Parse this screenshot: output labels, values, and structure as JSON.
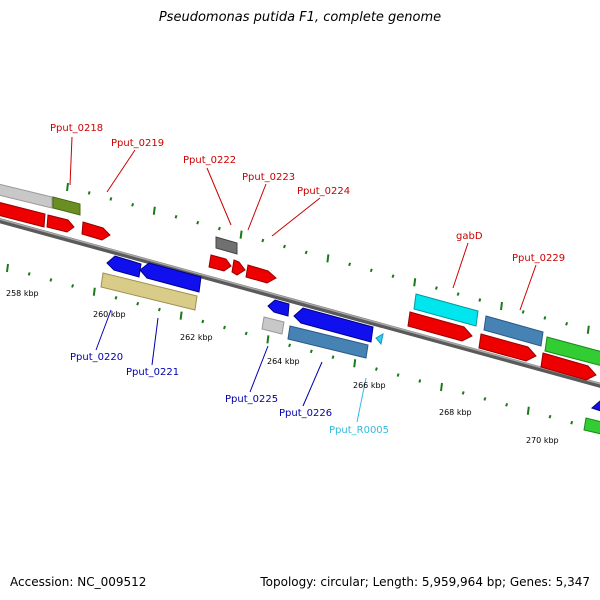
{
  "title": "Pseudomonas putida F1, complete genome",
  "footer": {
    "accession": "Accession: NC_009512",
    "summary": "Topology: circular; Length: 5,959,964 bp; Genes: 5,347"
  },
  "colors": {
    "backbone": "#888888",
    "tick": "#1a7a1a",
    "label_top": "#cc0000",
    "label_bottom": "#0000aa",
    "label_rna": "#33bbdd"
  },
  "scale": {
    "ticks": [
      {
        "label": "258 kbp"
      },
      {
        "label": "260 kbp"
      },
      {
        "label": "262 kbp"
      },
      {
        "label": "264 kbp"
      },
      {
        "label": "266 kbp"
      },
      {
        "label": "268 kbp"
      },
      {
        "label": "270 kbp"
      }
    ]
  },
  "gene_labels": [
    {
      "text": "Pput_0218",
      "strand": "top"
    },
    {
      "text": "Pput_0219",
      "strand": "top"
    },
    {
      "text": "Pput_0222",
      "strand": "top"
    },
    {
      "text": "Pput_0223",
      "strand": "top"
    },
    {
      "text": "Pput_0224",
      "strand": "top"
    },
    {
      "text": "gabD",
      "strand": "top"
    },
    {
      "text": "Pput_0229",
      "strand": "top"
    },
    {
      "text": "Pput_0220",
      "strand": "bottom"
    },
    {
      "text": "Pput_0221",
      "strand": "bottom"
    },
    {
      "text": "Pput_0225",
      "strand": "bottom"
    },
    {
      "text": "Pput_0226",
      "strand": "bottom"
    },
    {
      "text": "Pput_R0005",
      "strand": "rna"
    }
  ]
}
